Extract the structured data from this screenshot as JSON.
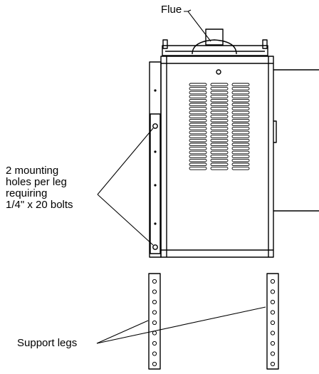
{
  "labels": {
    "flue": "Flue",
    "mounting_lines": [
      "2 mounting",
      "holes per leg",
      "requiring",
      "1/4\" x 20 bolts"
    ],
    "support_legs": "Support legs"
  },
  "colors": {
    "line": "#000000",
    "background": "#ffffff"
  }
}
